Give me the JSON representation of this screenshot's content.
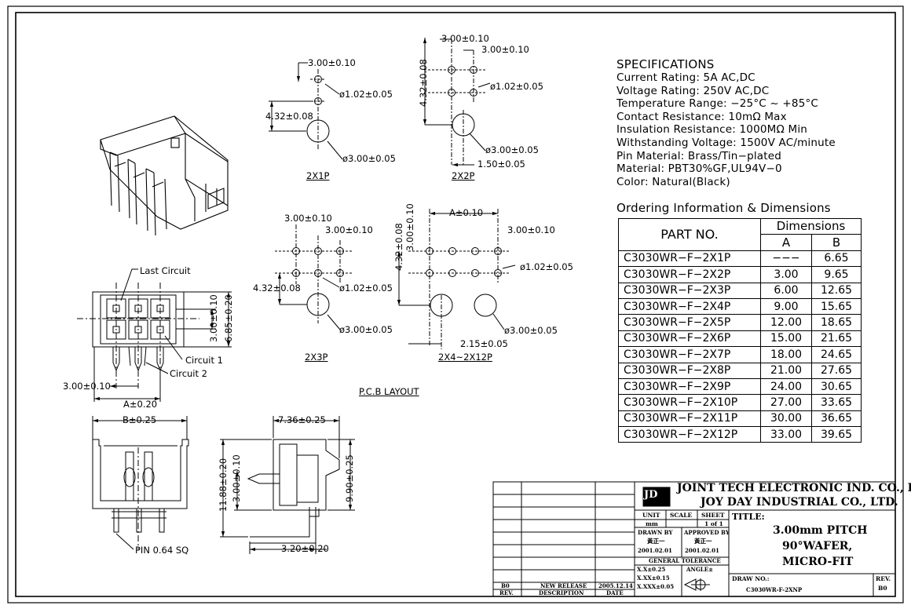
{
  "specifications": {
    "heading": "SPECIFICATIONS",
    "lines": [
      "Current Rating: 5A AC,DC",
      "Voltage Rating: 250V AC,DC",
      "Temperature Range: −25°C ~ +85°C",
      "Contact Resistance: 10mΩ Max",
      "Insulation Resistance: 1000MΩ Min",
      "Withstanding Voltage: 1500V AC/minute",
      "Pin Material: Brass/Tin−plated",
      "Material: PBT30%GF,UL94V−0",
      "Color: Natural(Black)"
    ]
  },
  "ordering": {
    "heading": "Ordering Information & Dimensions",
    "part_no_header": "PART NO.",
    "dimensions_header": "Dimensions",
    "col_a": "A",
    "col_b": "B",
    "rows": [
      {
        "part": "C3030WR−F−2X1P",
        "a": "−−−",
        "b": "6.65"
      },
      {
        "part": "C3030WR−F−2X2P",
        "a": "3.00",
        "b": "9.65"
      },
      {
        "part": "C3030WR−F−2X3P",
        "a": "6.00",
        "b": "12.65"
      },
      {
        "part": "C3030WR−F−2X4P",
        "a": "9.00",
        "b": "15.65"
      },
      {
        "part": "C3030WR−F−2X5P",
        "a": "12.00",
        "b": "18.65"
      },
      {
        "part": "C3030WR−F−2X6P",
        "a": "15.00",
        "b": "21.65"
      },
      {
        "part": "C3030WR−F−2X7P",
        "a": "18.00",
        "b": "24.65"
      },
      {
        "part": "C3030WR−F−2X8P",
        "a": "21.00",
        "b": "27.65"
      },
      {
        "part": "C3030WR−F−2X9P",
        "a": "24.00",
        "b": "30.65"
      },
      {
        "part": "C3030WR−F−2X10P",
        "a": "27.00",
        "b": "33.65"
      },
      {
        "part": "C3030WR−F−2X11P",
        "a": "30.00",
        "b": "36.65"
      },
      {
        "part": "C3030WR−F−2X12P",
        "a": "33.00",
        "b": "39.65"
      }
    ]
  },
  "pcb": {
    "layout_label": "P.C.B LAYOUT",
    "label_2x1p": "2X1P",
    "label_2x2p": "2X2P",
    "label_2x3p": "2X3P",
    "label_2x4p": "2X4~2X12P",
    "pitch": "3.00±0.10",
    "row": "4.32±0.08",
    "pin_hole": "ø1.02±0.05",
    "peg_hole": "ø3.00±0.05",
    "offset_150": "1.50±0.05",
    "offset_215": "2.15±0.05",
    "a_dim": "A±0.10"
  },
  "front_view": {
    "last_circuit": "Last Circuit",
    "circuit1": "Circuit 1",
    "circuit2": "Circuit 2",
    "pitch": "3.00±0.10",
    "a_dim": "A±0.20",
    "v_300": "3.00±0.10",
    "v_685": "6.85±0.20"
  },
  "bottom_view": {
    "b_dim": "B±0.25",
    "pin": "PIN 0.64 SQ"
  },
  "side_view": {
    "d736": "7.36±0.25",
    "d1188": "11.88±0.20",
    "d300": "3.00±0.10",
    "d990": "9.90±0.25",
    "d320": "3.20±0.20"
  },
  "title_block": {
    "logo_text": "JD",
    "company1": "JOINT TECH ELECTRONIC IND. CO., LTD.",
    "company2": "JOY DAY INDUSTRIAL CO., LTD.",
    "unit_label": "UNIT",
    "unit_value": "mm",
    "scale_label": "SCALE",
    "sheet_label": "SHEET",
    "sheet_value": "1 of 1",
    "title_label": "TITLE:",
    "title_lines": [
      "3.00mm PITCH",
      "90°WAFER,",
      "MICRO-FIT"
    ],
    "drawn_by_label": "DRAWN BY",
    "drawn_by_name": "黃正一",
    "drawn_by_date": "2001.02.01",
    "approved_by_label": "APPROVED BY",
    "approved_by_name": "黃正一",
    "approved_by_date": "2001.02.01",
    "gen_tol_label": "GENERAL TOLERANCE",
    "tol1": "X.X±0.25",
    "tol2": "X.XX±0.15",
    "tol3": "X.XXX±0.05",
    "angle_label": "ANGLE±",
    "draw_no_label": "DRAW NO.:",
    "draw_no_value": "C3030WR-F-2XNP",
    "rev_label": "REV.",
    "rev_value": "B0",
    "hist_rev": "B0",
    "hist_desc": "NEW RELEASE",
    "hist_date": "2005.12.14",
    "col_rev": "REV.",
    "col_desc": "DESCRIPTION",
    "col_date": "DATE"
  }
}
